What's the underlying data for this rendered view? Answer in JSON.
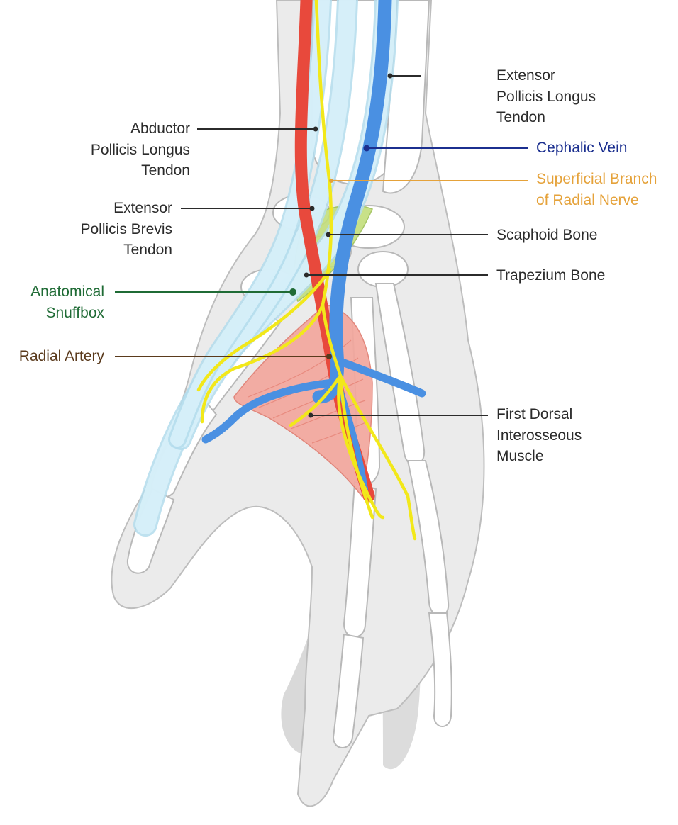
{
  "colors": {
    "default_text": "#2b2b2b",
    "vein_text": "#1b2f8f",
    "nerve_text": "#e5a23a",
    "snuffbox_text": "#1f6b35",
    "artery_text": "#5a3a1c",
    "skin": "#ebebeb",
    "skin_outline": "#bdbdbd",
    "bone": "#ffffff",
    "tendon": "#d8f1fa",
    "artery": "#e8493c",
    "vein": "#4a90e2",
    "nerve": "#f2e81a",
    "muscle": "#f3a79d",
    "snuffbox": "#c3de7c"
  },
  "labels": {
    "epl": "Extensor\nPollicis Longus\nTendon",
    "apl": "Abductor\nPollicis Longus\nTendon",
    "cephalic": "Cephalic Vein",
    "nerve": "Superficial Branch\nof Radial Nerve",
    "epb": "Extensor\nPollicis Brevis\nTendon",
    "scaphoid": "Scaphoid Bone",
    "trapezium": "Trapezium Bone",
    "snuffbox": "Anatomical\nSnuffbox",
    "artery": "Radial Artery",
    "fdi": "First Dorsal\nInterosseous\nMuscle"
  }
}
